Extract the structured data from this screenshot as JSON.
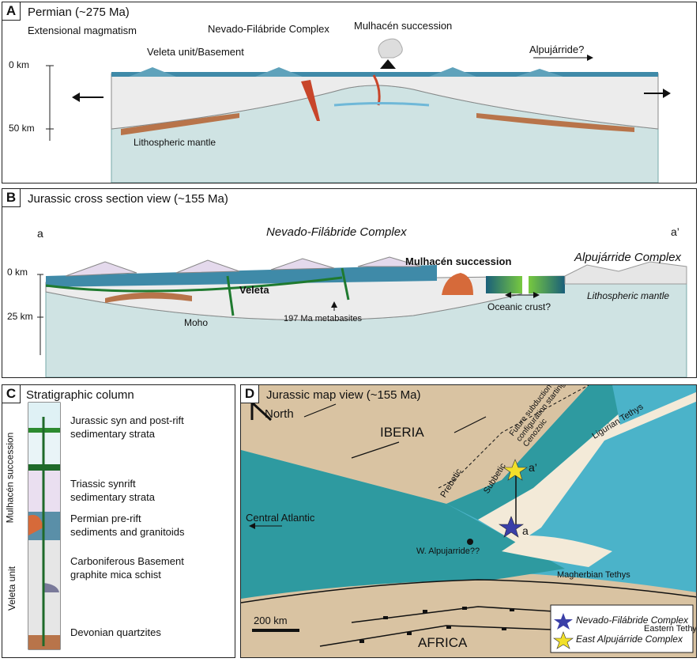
{
  "panelA": {
    "letter": "A",
    "title": "Permian (~275 Ma)",
    "subtitle": "Extensional magmatism",
    "labels": {
      "veleta": "Veleta unit/Basement",
      "nevado": "Nevado-Filábride  Complex",
      "mulhacen": "Mulhacén succession",
      "alpujarride": "Alpujárride?",
      "depth0": "0 km",
      "depth50": "50 km",
      "mantle": "Lithospheric mantle"
    }
  },
  "panelB": {
    "letter": "B",
    "title": "Jurassic cross section view (~155 Ma)",
    "labels": {
      "a": "a",
      "a_prime": "a’",
      "nevado": "Nevado-Filábride  Complex",
      "mulhacen": "Mulhacén succession",
      "alpujarride": "Alpujárride Complex",
      "depth0": "0 km",
      "depth25": "25 km",
      "veleta": "Veleta",
      "moho": "Moho",
      "metabasites": "197 Ma metabasites",
      "oceanic": "Oceanic crust?",
      "mantle": "Lithospheric mantle"
    }
  },
  "panelC": {
    "letter": "C",
    "title": "Stratigraphic column",
    "side_labels": {
      "mulhacen": "Mulhacén succession",
      "veleta": "Veleta unit"
    },
    "units": [
      {
        "line1": "Jurassic syn and post-rift",
        "line2": "sedimentary strata"
      },
      {
        "line1": "Triassic synrift",
        "line2": "sedimentary strata"
      },
      {
        "line1": "Permian pre-rift",
        "line2": "sediments and granitoids"
      },
      {
        "line1": "Carboniferous Basement",
        "line2": "graphite mica schist"
      },
      {
        "line1": "Devonian quartzites",
        "line2": ""
      }
    ]
  },
  "panelD": {
    "letter": "D",
    "title": "Jurassic map view (~155 Ma)",
    "north": "North",
    "labels": {
      "iberia": "IBERIA",
      "africa": "AFRICA",
      "central_atlantic": "Central Atlantic",
      "ligurian": "Ligurian Tethys",
      "magherbian": "Magherbian Tethys",
      "eastern": "Eastern Tethys",
      "prebetic": "Prebetic",
      "subbetic": "Subbetic",
      "future": "Future subduction",
      "future2": "configuration starting in",
      "future3": "Cenozoic",
      "w_alpujarride": "W. Alpujarride??",
      "a": "a",
      "a_prime": "a’",
      "scale": "200 km"
    },
    "legend": [
      {
        "label": "Nevado-Filábride  Complex",
        "color": "#3a3fa8"
      },
      {
        "label": "East Alpujárride Complex",
        "color": "#f2e02a"
      }
    ]
  },
  "colors": {
    "ocean": "#4bb3c9",
    "shelf": "#2e9aa0",
    "land": "#d9c3a2",
    "mantle": "#cfe3e3",
    "crust": "#e8e8e8",
    "sediment": "#3f8aa8",
    "permian": "#b8744a"
  }
}
